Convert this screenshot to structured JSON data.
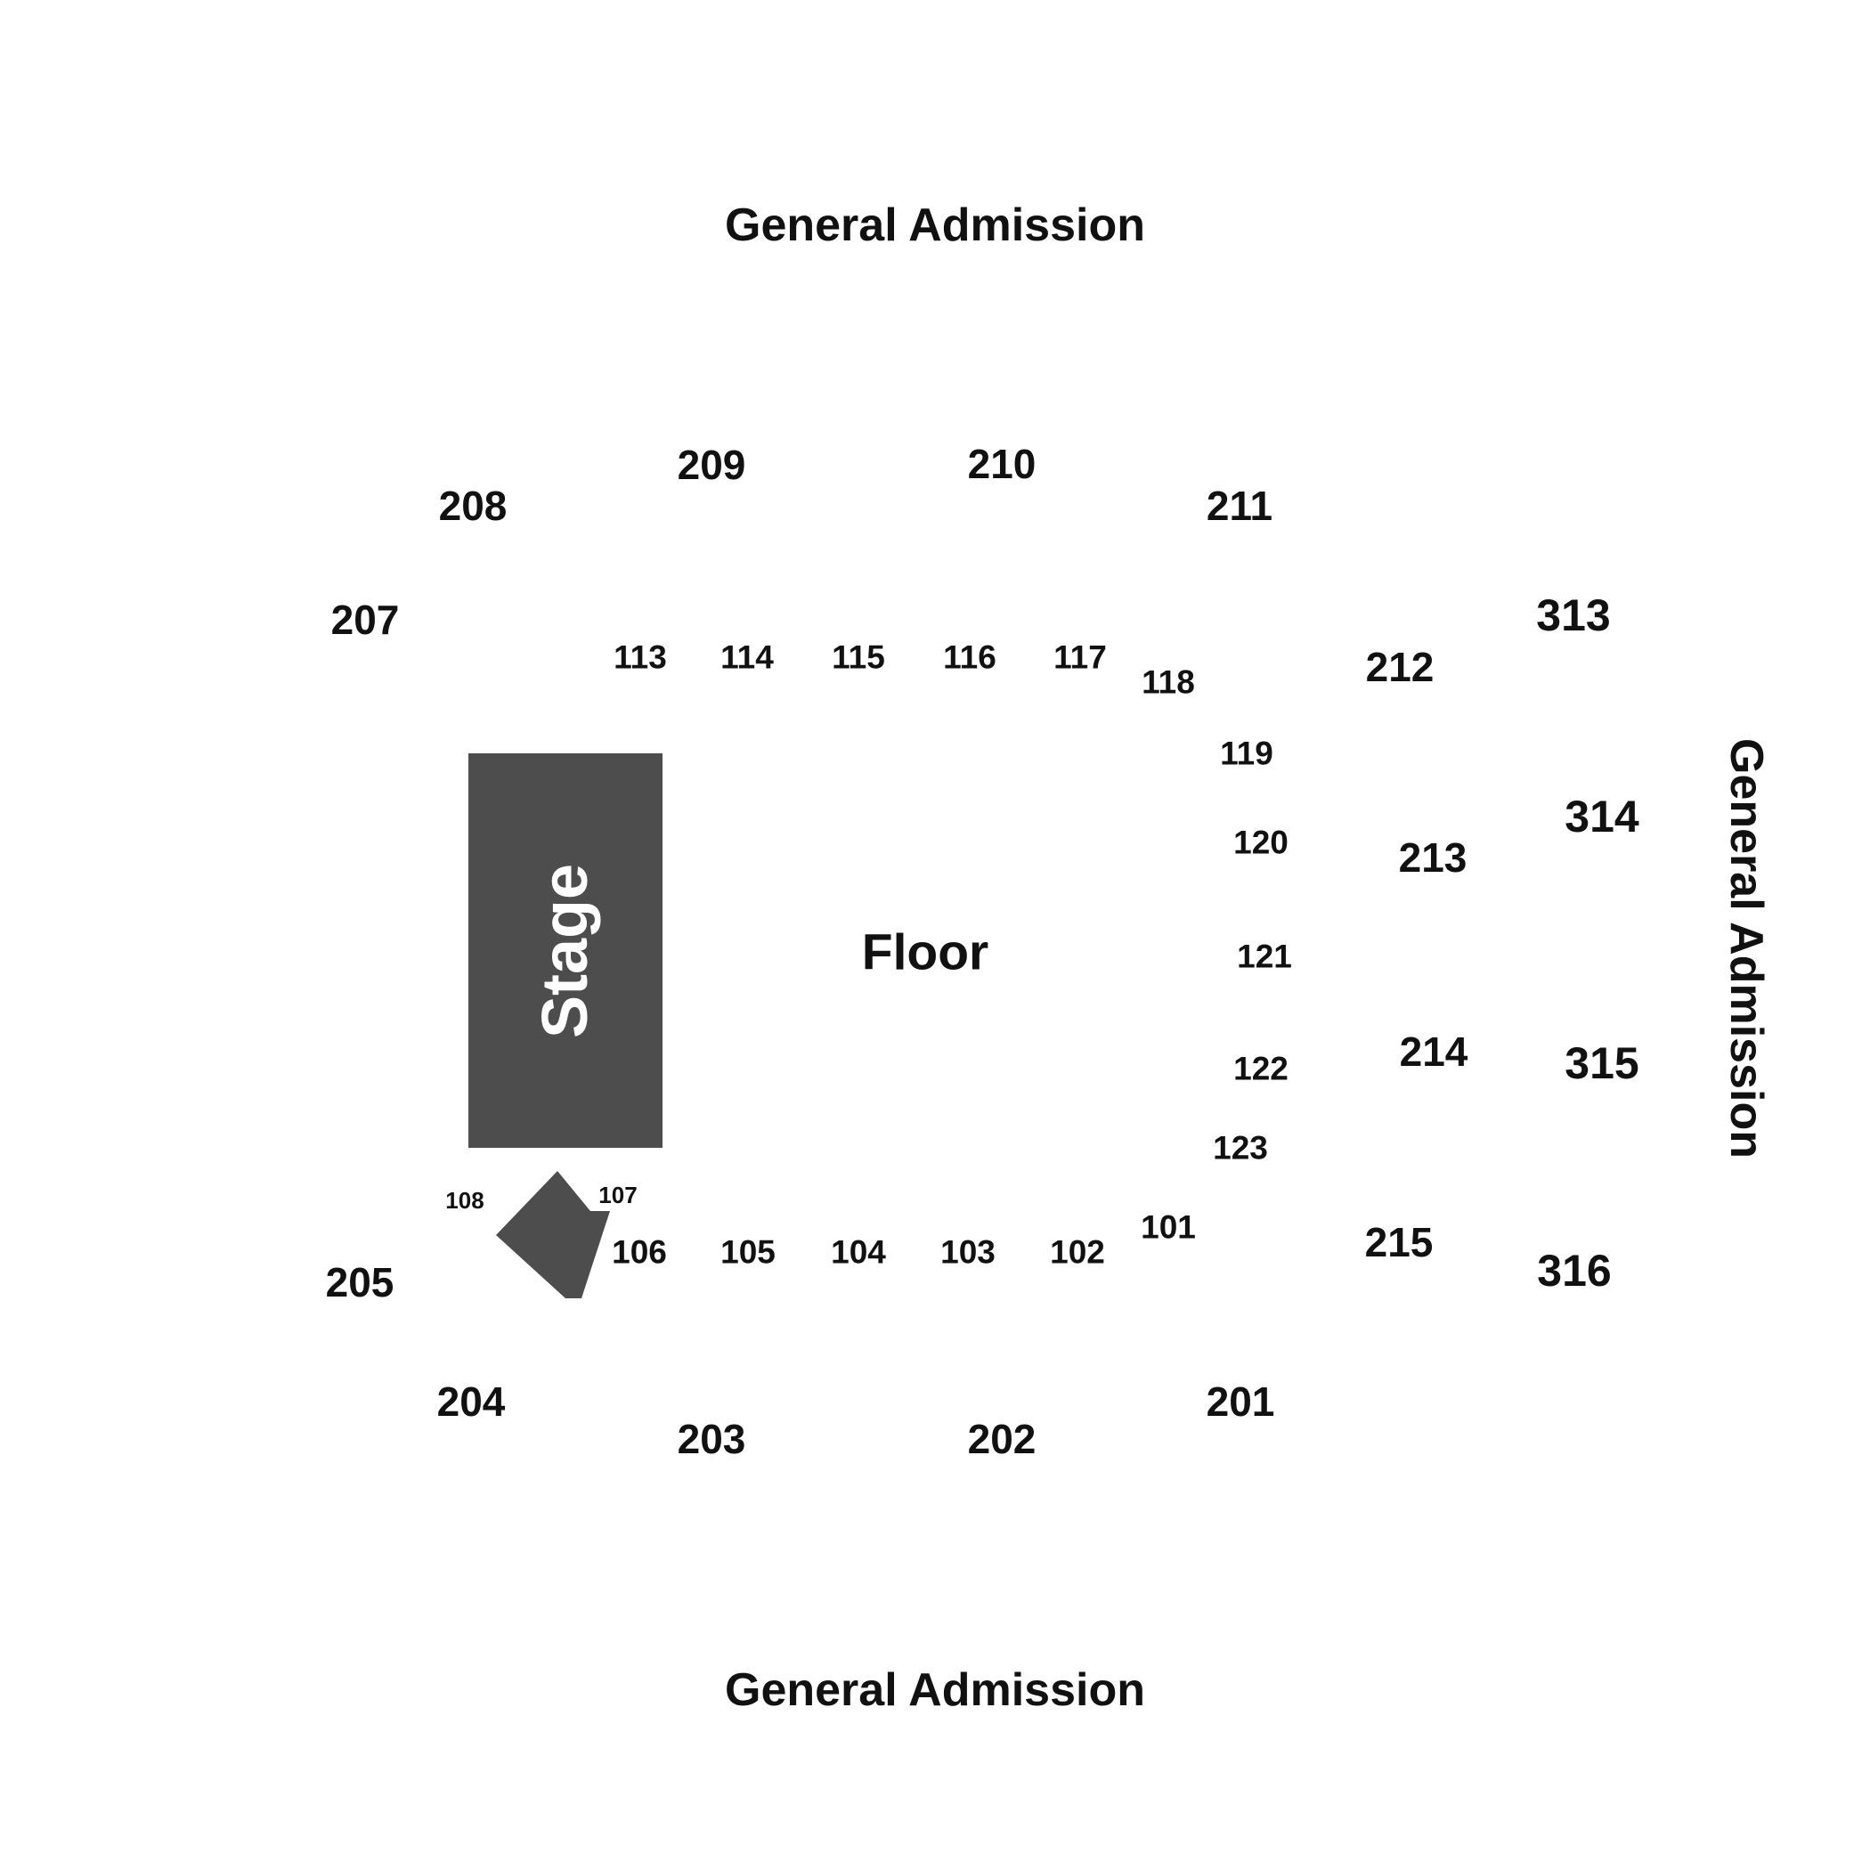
{
  "general_admission_top": "General Admission",
  "general_admission_bottom": "General Admission",
  "general_admission_right": "General Admission",
  "stage": {
    "label": "Stage"
  },
  "floor": {
    "label": "Floor"
  },
  "upper_sections": {
    "s208": "208",
    "s209": "209",
    "s210": "210",
    "s211": "211",
    "s207": "207",
    "s212": "212",
    "s213": "213",
    "s214": "214",
    "s215": "215",
    "s205": "205",
    "s204": "204",
    "s203": "203",
    "s202": "202",
    "s201": "201"
  },
  "outer_sections": {
    "s313": "313",
    "s314": "314",
    "s315": "315",
    "s316": "316"
  },
  "lower_sections": {
    "s113": "113",
    "s114": "114",
    "s115": "115",
    "s116": "116",
    "s117": "117",
    "s118": "118",
    "s119": "119",
    "s120": "120",
    "s121": "121",
    "s122": "122",
    "s123": "123",
    "s101": "101",
    "s102": "102",
    "s103": "103",
    "s104": "104",
    "s105": "105",
    "s106": "106",
    "s107": "107",
    "s108": "108"
  },
  "colors": {
    "stage": "#4d4d4d",
    "text": "#111111",
    "background": "#ffffff"
  }
}
